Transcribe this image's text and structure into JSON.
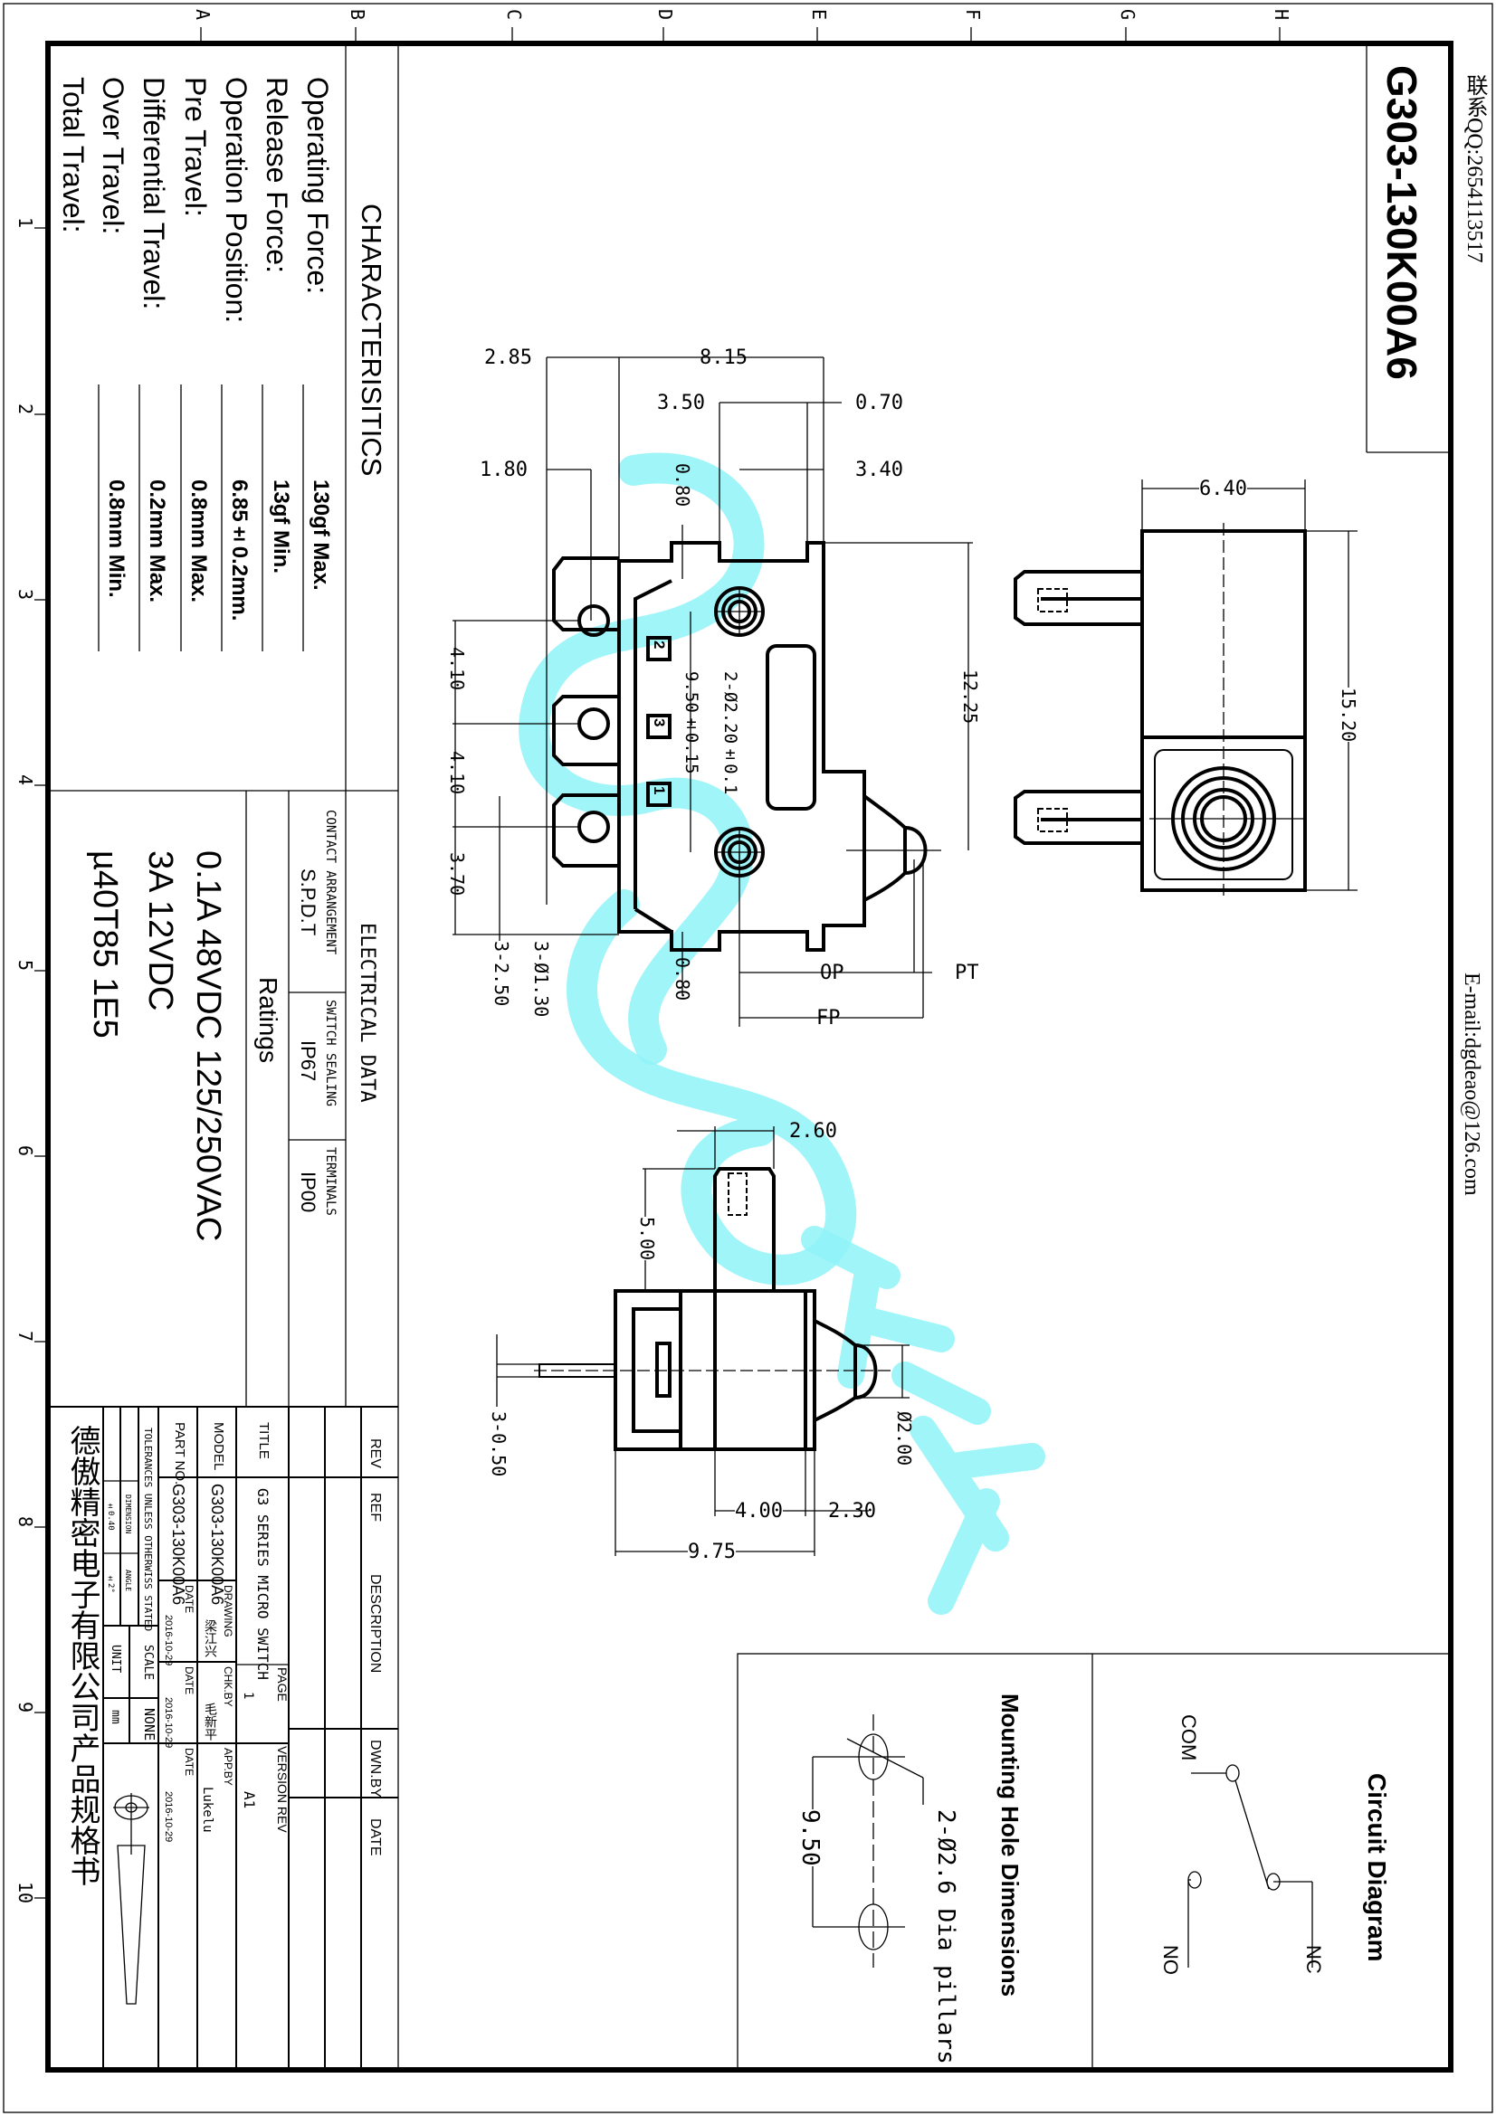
{
  "header": {
    "part_number_title": "G303-130K00A6",
    "contact_qq": "联系QQ:2654113517",
    "contact_email": "E-mail:dgdeao@126.com"
  },
  "grid": {
    "columns": [
      "A",
      "B",
      "C",
      "D",
      "E",
      "F",
      "G",
      "H"
    ],
    "rows": [
      "1",
      "2",
      "3",
      "4",
      "5",
      "6",
      "7",
      "8",
      "9",
      "10"
    ]
  },
  "characteristics": {
    "heading": "CHARACTERISITICS",
    "items": [
      {
        "label": "Operating Force:",
        "value": "130gf Max."
      },
      {
        "label": "Release Force:",
        "value": "13gf Min."
      },
      {
        "label": "Operation Position:",
        "value": "6.85±0.2mm."
      },
      {
        "label": "Pre Travel:",
        "value": "0.8mm Max."
      },
      {
        "label": "Differential Travel:",
        "value": "0.2mm Max."
      },
      {
        "label": "Over Travel:",
        "value": "0.8mm Min."
      },
      {
        "label": "Total Travel:",
        "value": ""
      }
    ]
  },
  "electrical": {
    "heading": "ELECTRICAL DATA",
    "contact_arrangement_label": "CONTACT ARRANGEMENT",
    "contact_arrangement_value": "S.P.D.T",
    "switch_sealing_label": "SWITCH SEALING",
    "switch_sealing_value": "IP67",
    "terminals_label": "TERMINALS",
    "terminals_value": "IP00",
    "ratings_heading": "Ratings",
    "ratings": [
      "0.1A 48VDC 125/250VAC",
      "3A 12VDC",
      "µ40T85 1E5"
    ]
  },
  "title_block": {
    "rev_label": "REV",
    "ref_label": "REF",
    "description_label": "DESCRIPTION",
    "dwn_by_label": "DWN.BY",
    "date_label": "DATE",
    "title_label": "TITLE",
    "title_value": "G3 SERIES MICRO SWITCH",
    "page_label": "PAGE",
    "page_value": "1",
    "version_rev_label": "VERSION REV",
    "version_rev_value": "A1",
    "model_label": "MODEL",
    "model_value": "G303-130K00A6",
    "drawing_label": "DRAWING",
    "drawing_value": "梁江兴",
    "chk_by_label": "CHK.BY",
    "chk_by_value": "毛新平",
    "app_by_label": "APP.BY",
    "app_by_value": "Lukelu",
    "part_no_label": "PART NO.",
    "part_no_value": "G303-130K00A6",
    "date1_label": "DATE",
    "date1_value": "2016-10-29",
    "date2_label": "DATE",
    "date2_value": "2016-10-29",
    "date3_label": "DATE",
    "date3_value": "2016-10-29",
    "tolerances_label": "TOLERANCES UNLESS OTHERWISS STATED",
    "dimension_label": "DIMENSION",
    "dimension_value": "±0.40",
    "angle_label": "ANGLE",
    "angle_value": "±2°",
    "scale_label": "SCALE",
    "scale_value": "NONE",
    "unit_label": "UNIT",
    "unit_value": "mm",
    "company_doc_title": "德傲精密电子有限公司产品规格书"
  },
  "front_view": {
    "dims": {
      "d_285": "2.85",
      "d_815": "8.15",
      "d_350": "3.50",
      "d_070": "0.70",
      "d_180": "1.80",
      "d_340": "3.40",
      "d_080_top": "0.80",
      "d_080_bot": "0.80",
      "d_1225": "12.25",
      "d_410_a": "4.10",
      "d_410_b": "4.10",
      "d_370": "3.70",
      "d_mount": "9.50±0.15",
      "d_hole": "2-Ø2.20±0.1",
      "d_term_w": "3-2.50",
      "d_term_hole": "3-Ø1.30",
      "op": "OP",
      "pt": "PT",
      "fp": "FP"
    },
    "terminal_numbers": [
      "2",
      "3",
      "1"
    ]
  },
  "side_view": {
    "dims": {
      "d_640": "6.40",
      "d_1520": "15.20"
    }
  },
  "bottom_view": {
    "dims": {
      "d_260": "2.60",
      "d_500": "5.00",
      "d_050": "3-0.50",
      "d_400": "4.00",
      "d_230": "2.30",
      "d_975": "9.75",
      "d_200": "Ø2.00"
    }
  },
  "circuit_diagram": {
    "heading": "Circuit Diagram",
    "com_label": "COM",
    "nc_label": "NC",
    "no_label": "NO"
  },
  "mounting_holes": {
    "heading": "Mounting Hole Dimensions",
    "pillars_label": "2-Ø2.6 Dia pillars",
    "spacing_label": "9.50"
  },
  "watermark": {
    "text": "德傲",
    "color": "#8ff3f8"
  }
}
